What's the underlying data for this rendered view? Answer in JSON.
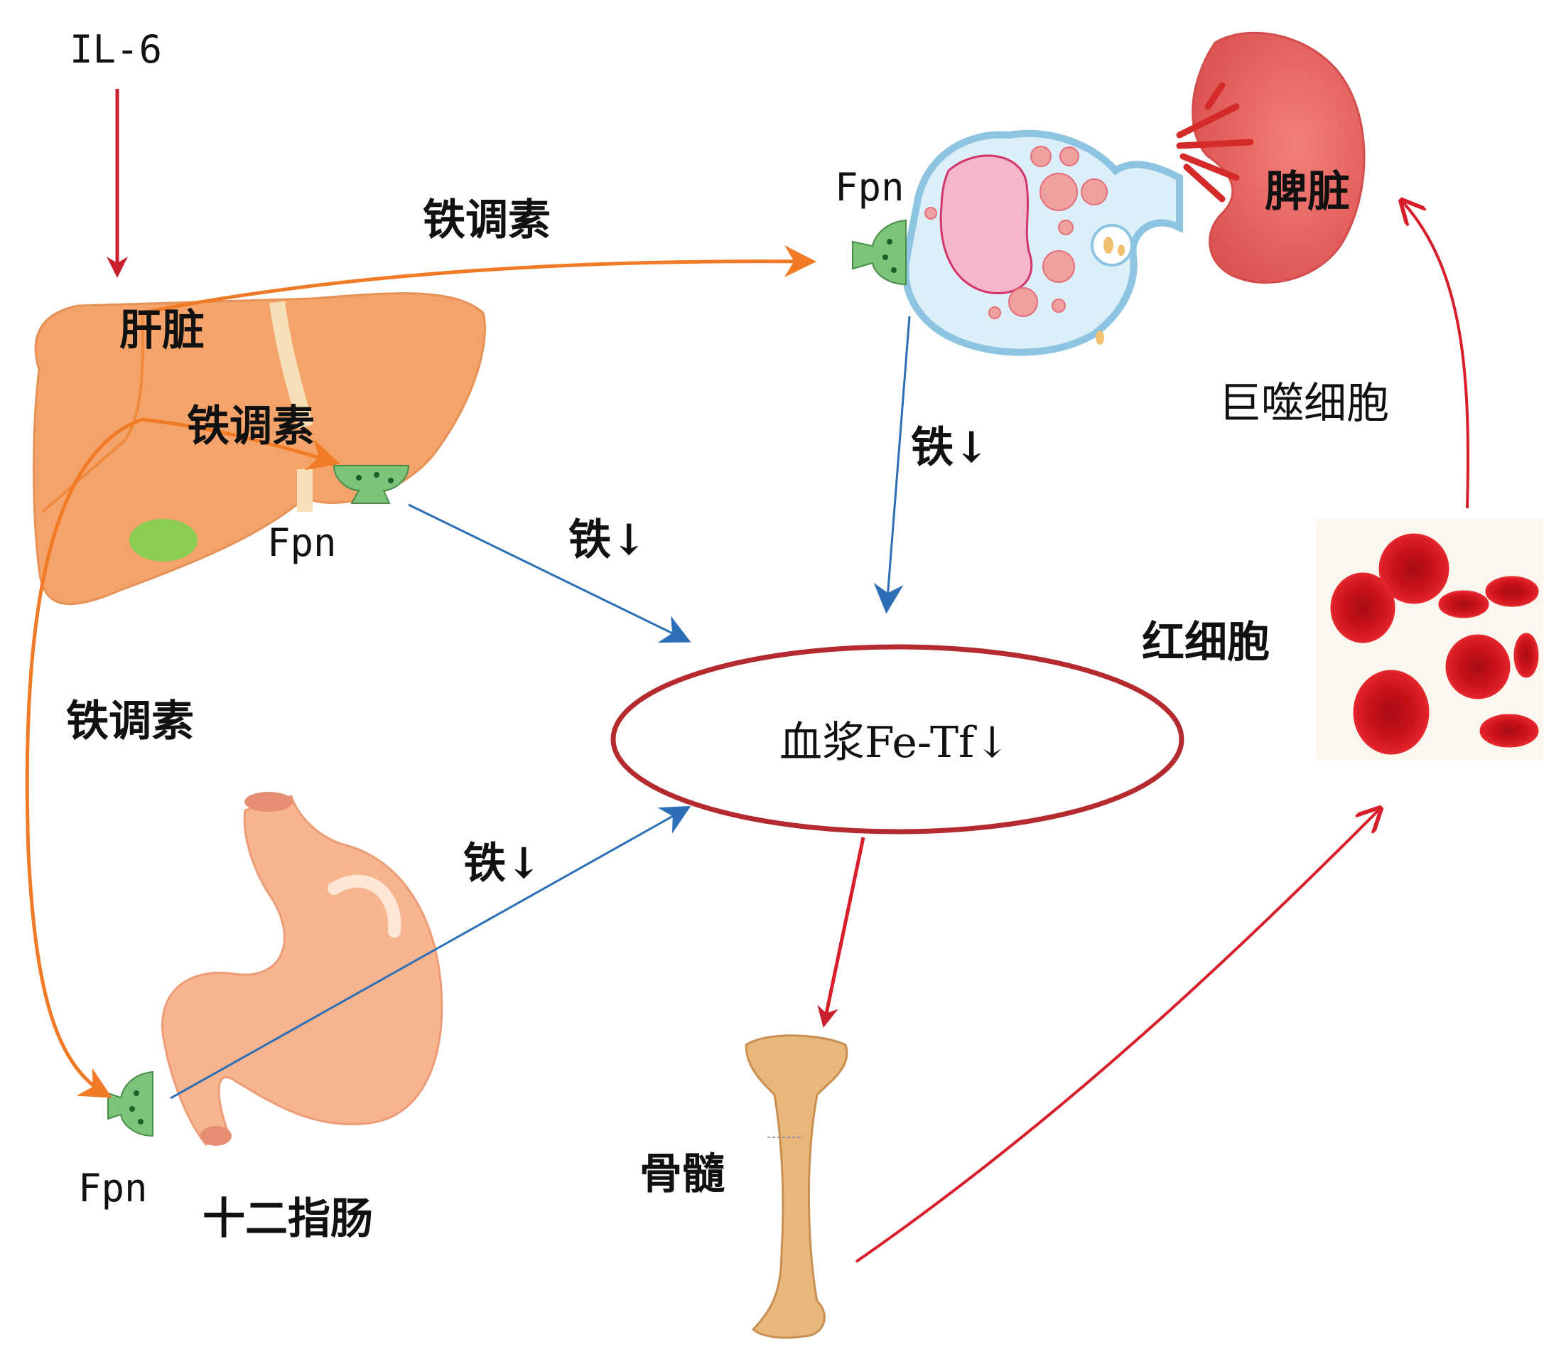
{
  "labels": {
    "il6": "IL-6",
    "liver": "肝脏",
    "hepcidin_top": "铁调素",
    "hepcidin_liver": "铁调素",
    "hepcidin_left": "铁调素",
    "fpn_liver": "Fpn",
    "fpn_macrophage": "Fpn",
    "fpn_duodenum": "Fpn",
    "iron_liver": "铁↓",
    "iron_macrophage": "铁↓",
    "iron_duodenum": "铁↓",
    "plasma": "血浆Fe-Tf↓",
    "spleen": "脾脏",
    "macrophage": "巨噬细胞",
    "rbc": "红细胞",
    "bone_marrow": "骨髓",
    "duodenum": "十二指肠"
  },
  "colors": {
    "red_arrow": "#c8202e",
    "orange_arrow": "#f07a25",
    "blue_arrow": "#2c6fb7",
    "liver": "#f4a46a",
    "fpn": "#7cc47a",
    "spleen": "#e8625e",
    "rbc": "#d8141e",
    "bone": "#e8b77a",
    "stomach": "#f6b58f",
    "plasma_ellipse": "#b52a2f"
  }
}
